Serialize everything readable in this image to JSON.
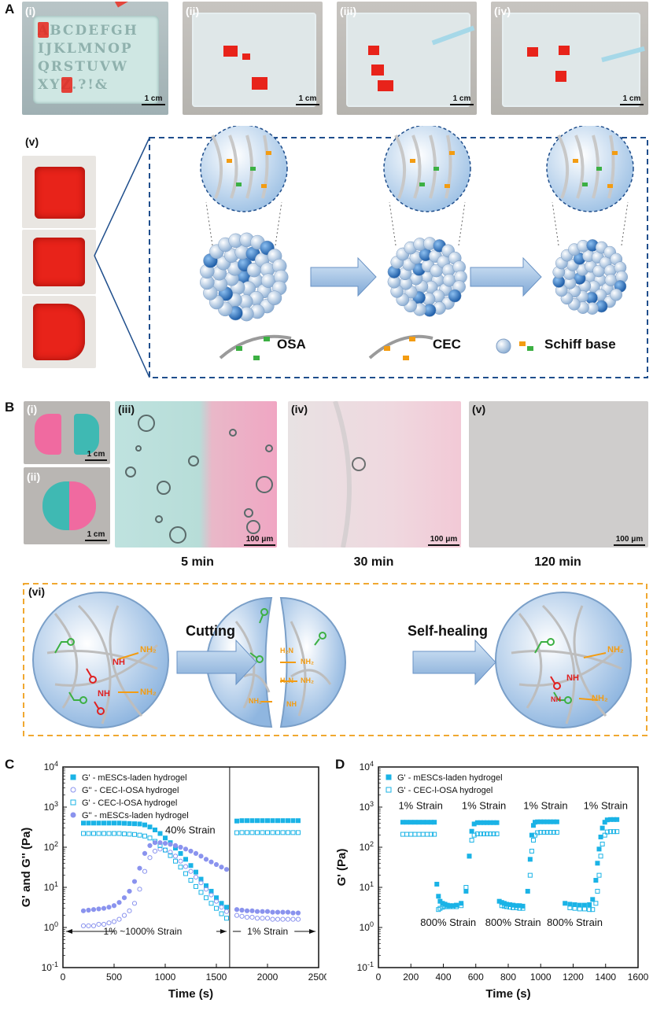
{
  "panels": {
    "A": {
      "letter": "A",
      "sub": [
        "(i)",
        "(ii)",
        "(iii)",
        "(iv)",
        "(v)"
      ],
      "scale": "1 cm",
      "mold_letters": [
        "ABCDEFGH",
        "IJKLMNOP",
        "QRSTUVW",
        "XYZ.?!&"
      ],
      "labels": {
        "osa": "OSA",
        "cec": "CEC",
        "schiff": "Schiff base"
      },
      "colors": {
        "gel_red": "#e8231a",
        "frame_blue": "#1f4e8c",
        "sphere": "#a9c6e4",
        "sphere_dark": "#2f6fb6",
        "aldehyde": "#3cb043",
        "amine": "#f39c12"
      }
    },
    "B": {
      "letter": "B",
      "sub": [
        "(i)",
        "(ii)",
        "(iii)",
        "(iv)",
        "(v)",
        "(vi)"
      ],
      "scale_cm": "1 cm",
      "scale_um": "100 μm",
      "times": [
        "5 min",
        "30 min",
        "120 min"
      ],
      "steps": {
        "cutting": "Cutting",
        "healing": "Self-healing"
      },
      "chem": {
        "nh": "NH",
        "nh2": "NH₂",
        "h2n": "H₂N"
      },
      "colors": {
        "frame_orange": "#f0a830",
        "pink": "#f06aa0",
        "teal": "#3fb9b3"
      }
    },
    "C": {
      "letter": "C"
    },
    "D": {
      "letter": "D"
    }
  },
  "chart_data": [
    {
      "panel": "C",
      "type": "scatter",
      "xlabel": "Time (s)",
      "ylabel": "G' and G'' (Pa)",
      "xlim": [
        0,
        2500
      ],
      "ylim_log10": [
        -1,
        4
      ],
      "x_ticks": [
        0,
        500,
        1000,
        1500,
        2000,
        2500
      ],
      "x_tick_labels": [
        "0",
        "500",
        "1000",
        "1500",
        "2000",
        "2500"
      ],
      "y_tick_labels": [
        "10-1",
        "100",
        "101",
        "102",
        "103",
        "104"
      ],
      "legend_position": "top-left",
      "annotations": {
        "strain40": "40% Strain",
        "sweep": "1% ~1000% Strain",
        "strain1": "1% Strain"
      },
      "divider_x": 1630,
      "series": [
        {
          "name": "G' - mESCs-laden hydrogel",
          "marker": "filled-square",
          "color": "#1ab3e6",
          "x": [
            200,
            250,
            300,
            350,
            400,
            450,
            500,
            550,
            600,
            650,
            700,
            750,
            800,
            850,
            900,
            950,
            1000,
            1050,
            1100,
            1150,
            1200,
            1250,
            1300,
            1350,
            1400,
            1450,
            1500,
            1550,
            1600,
            1700,
            1750,
            1800,
            1850,
            1900,
            1950,
            2000,
            2050,
            2100,
            2150,
            2200,
            2250,
            2300
          ],
          "y": [
            400,
            400,
            400,
            400,
            400,
            400,
            400,
            400,
            395,
            390,
            385,
            380,
            360,
            320,
            270,
            220,
            170,
            130,
            95,
            70,
            50,
            35,
            24,
            16,
            11,
            8,
            5.5,
            4,
            3.2,
            450,
            460,
            460,
            460,
            460,
            460,
            460,
            460,
            460,
            460,
            460,
            460,
            460
          ]
        },
        {
          "name": "G'' - CEC-l-OSA hydrogel",
          "marker": "open-circle",
          "color": "#8a93ee",
          "x": [
            200,
            250,
            300,
            350,
            400,
            450,
            500,
            550,
            600,
            650,
            700,
            750,
            800,
            850,
            900,
            950,
            1000,
            1050,
            1100,
            1150,
            1200,
            1250,
            1300,
            1350,
            1400,
            1450,
            1500,
            1550,
            1600,
            1700,
            1750,
            1800,
            1850,
            1900,
            1950,
            2000,
            2050,
            2100,
            2150,
            2200,
            2250,
            2300
          ],
          "y": [
            1.1,
            1.1,
            1.1,
            1.2,
            1.2,
            1.3,
            1.4,
            1.6,
            2.0,
            2.6,
            4,
            9,
            25,
            55,
            80,
            90,
            85,
            75,
            60,
            45,
            33,
            25,
            18,
            13,
            9,
            6.5,
            4.5,
            3.2,
            2.5,
            2.0,
            1.9,
            1.8,
            1.8,
            1.7,
            1.7,
            1.7,
            1.6,
            1.6,
            1.6,
            1.6,
            1.6,
            1.6
          ]
        },
        {
          "name": "G' - CEC-l-OSA hydrogel",
          "marker": "open-square",
          "color": "#1ab3e6",
          "x": [
            200,
            250,
            300,
            350,
            400,
            450,
            500,
            550,
            600,
            650,
            700,
            750,
            800,
            850,
            900,
            950,
            1000,
            1050,
            1100,
            1150,
            1200,
            1250,
            1300,
            1350,
            1400,
            1450,
            1500,
            1550,
            1600,
            1700,
            1750,
            1800,
            1850,
            1900,
            1950,
            2000,
            2050,
            2100,
            2150,
            2200,
            2250,
            2300
          ],
          "y": [
            220,
            220,
            220,
            220,
            220,
            220,
            220,
            220,
            215,
            212,
            208,
            200,
            190,
            170,
            140,
            110,
            85,
            62,
            45,
            32,
            22,
            15,
            10.5,
            7.5,
            5.5,
            4,
            3,
            2.2,
            1.7,
            230,
            232,
            232,
            232,
            232,
            232,
            232,
            232,
            232,
            232,
            232,
            232,
            232
          ]
        },
        {
          "name": "G'' - mESCs-laden hydrogel",
          "marker": "filled-circle",
          "color": "#8a93ee",
          "x": [
            200,
            250,
            300,
            350,
            400,
            450,
            500,
            550,
            600,
            650,
            700,
            750,
            800,
            850,
            900,
            950,
            1000,
            1050,
            1100,
            1150,
            1200,
            1250,
            1300,
            1350,
            1400,
            1450,
            1500,
            1550,
            1600,
            1700,
            1750,
            1800,
            1850,
            1900,
            1950,
            2000,
            2050,
            2100,
            2150,
            2200,
            2250,
            2300
          ],
          "y": [
            2.6,
            2.7,
            2.8,
            2.9,
            3.0,
            3.2,
            3.5,
            4.2,
            5.5,
            8,
            14,
            30,
            70,
            110,
            130,
            130,
            125,
            118,
            110,
            100,
            90,
            80,
            70,
            60,
            50,
            43,
            37,
            32,
            28,
            2.8,
            2.7,
            2.6,
            2.6,
            2.5,
            2.5,
            2.5,
            2.4,
            2.4,
            2.4,
            2.4,
            2.3,
            2.3
          ]
        }
      ]
    },
    {
      "panel": "D",
      "type": "scatter",
      "xlabel": "Time (s)",
      "ylabel": "G' (Pa)",
      "xlim": [
        0,
        1600
      ],
      "ylim_log10": [
        -1,
        4
      ],
      "x_ticks": [
        0,
        200,
        400,
        600,
        800,
        1000,
        1200,
        1400,
        1600
      ],
      "x_tick_labels": [
        "0",
        "200",
        "400",
        "600",
        "800",
        "1000",
        "1200",
        "1400",
        "1600"
      ],
      "y_tick_labels": [
        "10-1",
        "100",
        "101",
        "102",
        "103",
        "104"
      ],
      "legend_position": "top-left",
      "annotations": {
        "high": [
          "1% Strain",
          "1% Strain",
          "1% Strain",
          "1% Strain"
        ],
        "low": [
          "800% Strain",
          "800% Strain",
          "800% Strain"
        ]
      },
      "series": [
        {
          "name": "G' - mESCs-laden hydrogel",
          "marker": "filled-square",
          "color": "#1ab3e6",
          "x": [
            150,
            175,
            200,
            225,
            250,
            275,
            300,
            325,
            345,
            360,
            370,
            380,
            395,
            410,
            425,
            440,
            460,
            480,
            510,
            540,
            560,
            575,
            590,
            610,
            630,
            650,
            670,
            690,
            710,
            730,
            745,
            760,
            775,
            790,
            810,
            830,
            850,
            870,
            890,
            920,
            935,
            945,
            955,
            965,
            980,
            1000,
            1020,
            1040,
            1060,
            1080,
            1100,
            1150,
            1180,
            1210,
            1240,
            1270,
            1300,
            1320,
            1340,
            1350,
            1360,
            1370,
            1380,
            1395,
            1410,
            1430,
            1450,
            1470
          ],
          "y": [
            420,
            420,
            420,
            420,
            420,
            420,
            420,
            420,
            420,
            12,
            6,
            4.5,
            4,
            3.8,
            3.6,
            3.5,
            3.5,
            3.6,
            4,
            8,
            60,
            250,
            380,
            410,
            410,
            410,
            410,
            410,
            410,
            410,
            4.5,
            4.2,
            4,
            3.8,
            3.7,
            3.6,
            3.5,
            3.5,
            3.4,
            8,
            50,
            200,
            350,
            420,
            430,
            430,
            430,
            430,
            430,
            430,
            430,
            4,
            3.8,
            3.7,
            3.6,
            3.6,
            3.7,
            5,
            15,
            40,
            90,
            180,
            300,
            420,
            480,
            490,
            490,
            490
          ]
        },
        {
          "name": "G' - CEC-l-OSA hydrogel",
          "marker": "open-square",
          "color": "#1ab3e6",
          "x": [
            150,
            175,
            200,
            225,
            250,
            275,
            300,
            325,
            345,
            370,
            380,
            395,
            410,
            425,
            440,
            460,
            480,
            510,
            540,
            560,
            575,
            590,
            610,
            630,
            650,
            670,
            690,
            710,
            730,
            760,
            775,
            790,
            810,
            830,
            850,
            870,
            890,
            935,
            945,
            955,
            965,
            980,
            1000,
            1020,
            1040,
            1060,
            1080,
            1100,
            1180,
            1210,
            1240,
            1270,
            1300,
            1320,
            1340,
            1350,
            1360,
            1370,
            1380,
            1395,
            1410,
            1430,
            1450,
            1470
          ],
          "y": [
            210,
            210,
            210,
            210,
            210,
            210,
            210,
            210,
            210,
            2.8,
            3,
            3.2,
            3.3,
            3.3,
            3.3,
            3.3,
            3.3,
            3.5,
            10,
            60,
            150,
            200,
            215,
            215,
            215,
            215,
            215,
            215,
            215,
            3.5,
            3.4,
            3.3,
            3.2,
            3.1,
            3.1,
            3.0,
            3.0,
            20,
            80,
            150,
            200,
            230,
            235,
            235,
            235,
            235,
            235,
            235,
            3.1,
            3.0,
            2.9,
            2.9,
            2.8,
            2.8,
            4,
            8,
            20,
            60,
            120,
            200,
            240,
            245,
            245,
            245
          ]
        }
      ]
    }
  ]
}
